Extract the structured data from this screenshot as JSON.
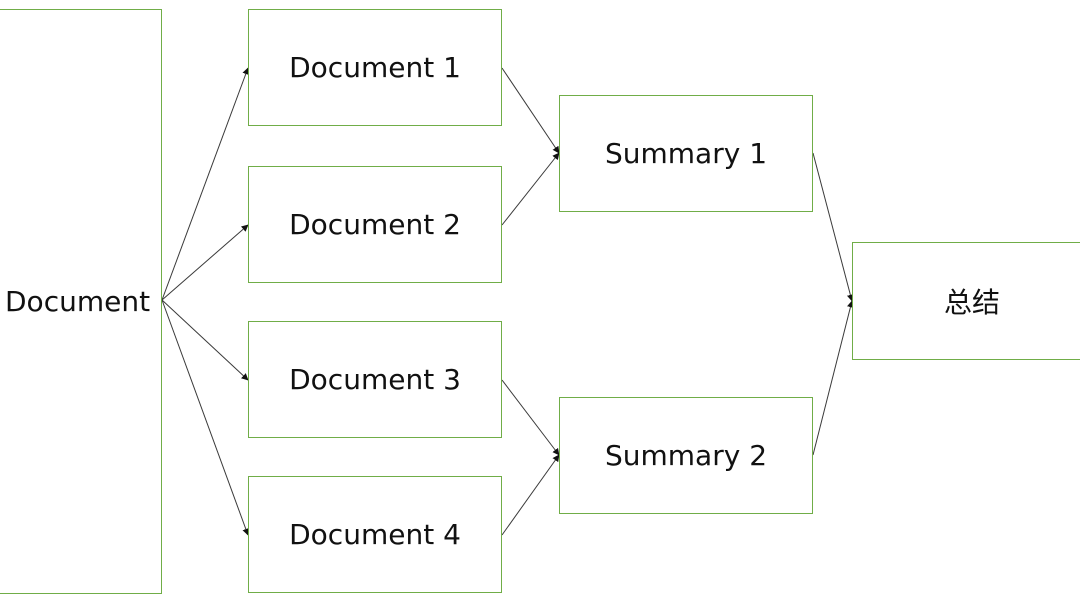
{
  "nodes": {
    "document": "Document",
    "document_1": "Document 1",
    "document_2": "Document 2",
    "document_3": "Document 3",
    "document_4": "Document 4",
    "summary_1": "Summary 1",
    "summary_2": "Summary 2",
    "summary_final": "总结"
  },
  "colors": {
    "box_border": "#70ad47",
    "edge": "#3a3a3a"
  }
}
